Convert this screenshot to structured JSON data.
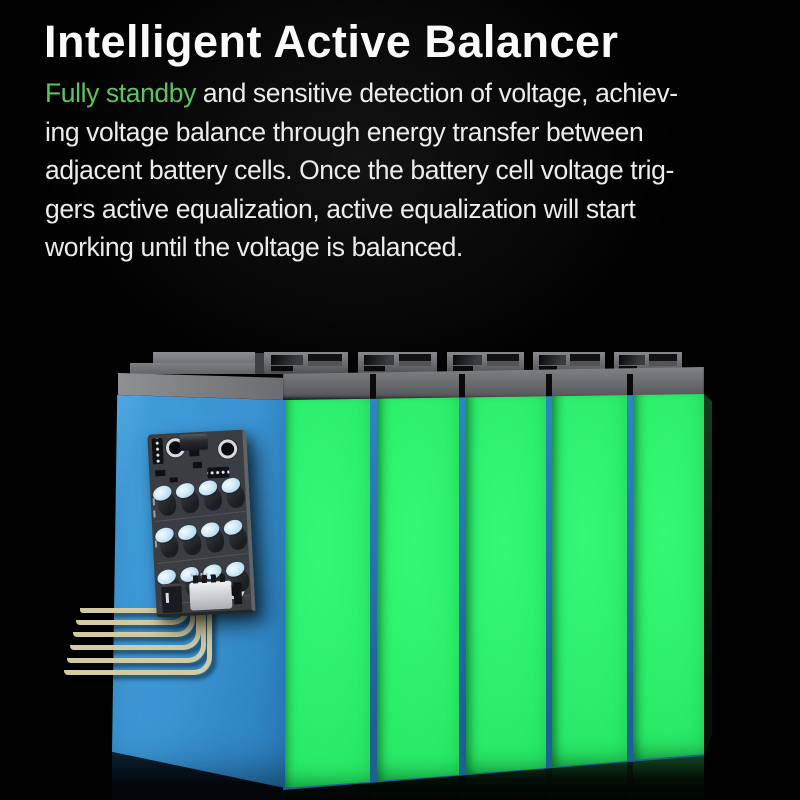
{
  "header": {
    "title": "Intelligent Active Balancer"
  },
  "description": {
    "line1_highlight": "Fully standby",
    "line1_rest": " and sensitive detection of voltage, achiev-",
    "line2": "ing voltage balance through energy transfer between",
    "line3": "adjacent battery cells. Once the battery cell voltage trig-",
    "line4": "gers active equalization, active equalization will start",
    "line5": "working until the voltage is balanced."
  },
  "illustration": {
    "subject": "battery-pack-with-active-balancer-board",
    "battery_cell_count": 5,
    "balancer_wire_count": 6,
    "pcb_capacitor_rows": 3,
    "pcb_capacitor_cols": 4,
    "colors": {
      "background": "#000000",
      "title_text": "#fafafa",
      "body_text": "#ececec",
      "highlight_text": "#5cc55c",
      "cell_front_green": "#2bf06c",
      "cell_side_blue": "#3f9bd9",
      "lid_gray": "#6e7175",
      "terminal_dark": "#121214",
      "wire_gold": "#d2caa2",
      "pcb_board": "#3a3d42",
      "capacitor_top": "#cfe8f6"
    }
  }
}
